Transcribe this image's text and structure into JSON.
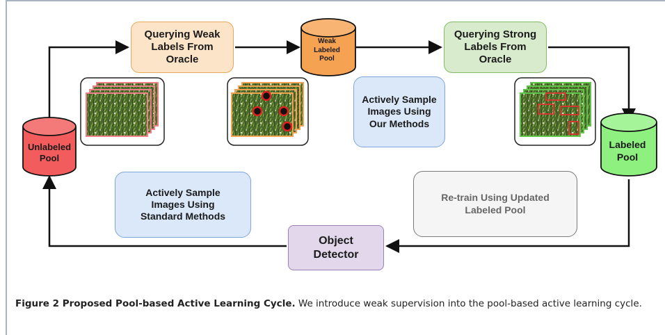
{
  "figure": {
    "nodes": {
      "unlabeled_pool": [
        "Unlabeled",
        "Pool"
      ],
      "weak_labeled_pool": [
        "Weak",
        "Labeled",
        "Pool"
      ],
      "labeled_pool": [
        "Labeled",
        "Pool"
      ],
      "query_weak": [
        "Querying Weak",
        "Labels From",
        "Oracle"
      ],
      "query_strong": [
        "Querying Strong",
        "Labels From",
        "Oracle"
      ],
      "sample_ours": [
        "Actively Sample",
        "Images Using",
        "Our Methods"
      ],
      "sample_standard": [
        "Actively Sample",
        "Images Using",
        "Standard Methods"
      ],
      "retrain": [
        "Re-train Using Updated",
        "Labeled Pool"
      ],
      "object_detector": [
        "Object",
        "Detector"
      ]
    },
    "colors": {
      "unlabeled_pool": "#f25c5c",
      "weak_labeled_pool": "#f5a253",
      "labeled_pool": "#8ef07f",
      "query_weak": "#fce4c8",
      "query_strong": "#d8ebcc",
      "sample_box": "#dae8fa",
      "retrain": "#f5f5f5",
      "object_detector": "#e3d7ec",
      "weak_point_marker": "#e02020",
      "strong_bbox_marker": "#e03030"
    }
  },
  "caption": {
    "label": "Figure 2 Proposed Pool-based Active Learning Cycle.",
    "text": " We introduce weak supervision into the pool-based active learning cycle."
  }
}
